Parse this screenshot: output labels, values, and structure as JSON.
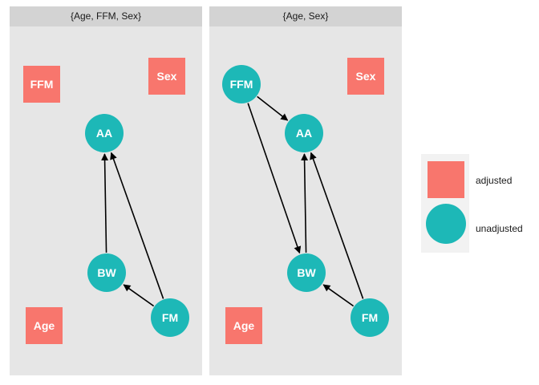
{
  "colors": {
    "adjusted": "#F8766D",
    "unadjusted": "#1DB8B7",
    "edge": "#000000"
  },
  "panels": [
    {
      "title": "{Age, FFM, Sex}",
      "nodes": [
        {
          "id": "FFM",
          "label": "FFM",
          "status": "adjusted"
        },
        {
          "id": "Sex",
          "label": "Sex",
          "status": "adjusted"
        },
        {
          "id": "AA",
          "label": "AA",
          "status": "unadjusted"
        },
        {
          "id": "BW",
          "label": "BW",
          "status": "unadjusted"
        },
        {
          "id": "FM",
          "label": "FM",
          "status": "unadjusted"
        },
        {
          "id": "Age",
          "label": "Age",
          "status": "adjusted"
        }
      ],
      "edges": [
        {
          "from": "BW",
          "to": "AA"
        },
        {
          "from": "FM",
          "to": "AA"
        },
        {
          "from": "FM",
          "to": "BW"
        }
      ]
    },
    {
      "title": "{Age, Sex}",
      "nodes": [
        {
          "id": "FFM",
          "label": "FFM",
          "status": "unadjusted"
        },
        {
          "id": "Sex",
          "label": "Sex",
          "status": "adjusted"
        },
        {
          "id": "AA",
          "label": "AA",
          "status": "unadjusted"
        },
        {
          "id": "BW",
          "label": "BW",
          "status": "unadjusted"
        },
        {
          "id": "FM",
          "label": "FM",
          "status": "unadjusted"
        },
        {
          "id": "Age",
          "label": "Age",
          "status": "adjusted"
        }
      ],
      "edges": [
        {
          "from": "FFM",
          "to": "AA"
        },
        {
          "from": "FFM",
          "to": "BW"
        },
        {
          "from": "BW",
          "to": "AA"
        },
        {
          "from": "FM",
          "to": "AA"
        },
        {
          "from": "FM",
          "to": "BW"
        }
      ]
    }
  ],
  "legend": {
    "items": [
      {
        "label": "adjusted",
        "status": "adjusted"
      },
      {
        "label": "unadjusted",
        "status": "unadjusted"
      }
    ]
  }
}
